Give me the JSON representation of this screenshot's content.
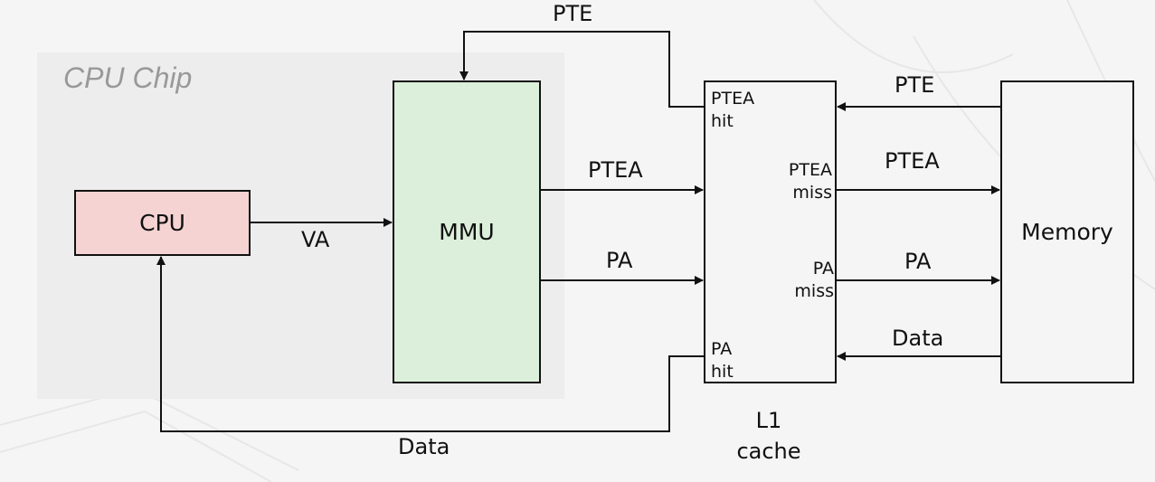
{
  "diagram": {
    "chip_label": "CPU Chip",
    "nodes": {
      "cpu": "CPU",
      "mmu": "MMU",
      "l1": {
        "line1": "L1",
        "line2": "cache"
      },
      "memory": "Memory"
    },
    "l1_ports": {
      "ptea_hit": {
        "line1": "PTEA",
        "line2": "hit"
      },
      "ptea_miss": {
        "line1": "PTEA",
        "line2": "miss"
      },
      "pa_miss": {
        "line1": "PA",
        "line2": "miss"
      },
      "pa_hit": {
        "line1": "PA",
        "line2": "hit"
      }
    },
    "edges": [
      {
        "id": "cpu-mmu",
        "from": "CPU",
        "to": "MMU",
        "label": "VA"
      },
      {
        "id": "mmu-l1-ptea",
        "from": "MMU",
        "to": "L1 cache",
        "label": "PTEA"
      },
      {
        "id": "mmu-l1-pa",
        "from": "MMU",
        "to": "L1 cache",
        "label": "PA"
      },
      {
        "id": "l1-mmu-pte",
        "from": "L1 cache (PTEA hit)",
        "to": "MMU",
        "label": "PTE"
      },
      {
        "id": "mem-l1-pte",
        "from": "Memory",
        "to": "L1 cache",
        "label": "PTE"
      },
      {
        "id": "l1-mem-ptea",
        "from": "L1 cache (PTEA miss)",
        "to": "Memory",
        "label": "PTEA"
      },
      {
        "id": "l1-mem-pa",
        "from": "L1 cache (PA miss)",
        "to": "Memory",
        "label": "PA"
      },
      {
        "id": "mem-l1-data",
        "from": "Memory",
        "to": "L1 cache",
        "label": "Data"
      },
      {
        "id": "l1-cpu-data",
        "from": "L1 cache (PA hit)",
        "to": "CPU",
        "label": "Data"
      }
    ],
    "colors": {
      "cpu_fill": "#f5d3d3",
      "mmu_fill": "#dbefda",
      "chip_fill": "#ededed",
      "chip_label": "#999999"
    }
  }
}
